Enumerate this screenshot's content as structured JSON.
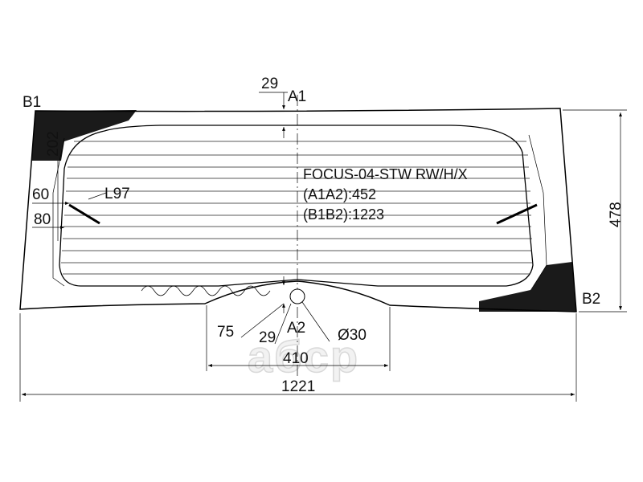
{
  "drawing": {
    "model_code": "FOCUS-04-STW RW/H/X",
    "spec_a1a2": "(A1A2):452",
    "spec_b1b2": "(B1B2):1223",
    "points": {
      "a1": "A1",
      "a2": "A2",
      "b1": "B1",
      "b2": "B2"
    },
    "dimensions": {
      "top_offset": "29",
      "bottom_offset": "29",
      "left_band": "202",
      "left_60": "60",
      "left_80": "80",
      "length_l": "L97",
      "height_total": "478",
      "bottom_75": "75",
      "hole_diameter": "Ø30",
      "bottom_width": "410",
      "total_width": "1221"
    },
    "watermark": "aбcp",
    "colors": {
      "line": "#000000",
      "fill": "#1a1a1a",
      "background": "#ffffff"
    }
  }
}
